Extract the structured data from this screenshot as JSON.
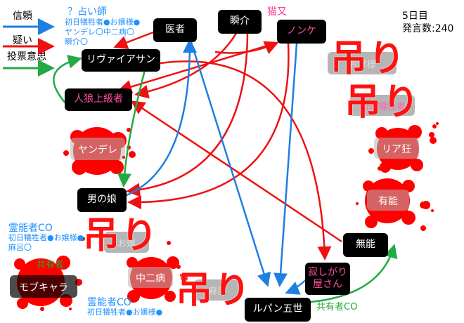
{
  "legend": {
    "trust": "信頼",
    "suspect": "疑い",
    "vote": "投票意思"
  },
  "day_info": {
    "day": "5日目",
    "speech_count": "発言数:240"
  },
  "fortune": {
    "title": "？占い師",
    "lines": [
      "初日犠牲者●お嬢様●",
      "ヤンデレ〇中二病〇",
      "瞬介〇"
    ]
  },
  "medium1": {
    "title": "霊能者CO",
    "lines": [
      "初日犠牲者●お嬢様●",
      "麻呂〇"
    ]
  },
  "medium2": {
    "title": "霊能者CO",
    "lines": [
      "初日犠牲者●お嬢様●"
    ]
  },
  "sharer1": "共有者",
  "sharer2": "共有者CO",
  "nekomata": "猫又",
  "hanged": "吊り",
  "nodes": {
    "doctor": "医者",
    "shunsuke": "瞬介",
    "nonke": "ノンケ",
    "leviathan": "リヴァイアサン",
    "werewolf_elite": "人狼上級者",
    "otokonoko": "男の娘",
    "muno": "無能",
    "sabishi": "寂しがり\n屋さん",
    "lupin": "ルパン五世",
    "yandere": "ヤンデレ",
    "riakyo": "リア狂",
    "yuno": "有能",
    "chuni": "中二病",
    "mobu": "モブキャラ",
    "ojousama": "お嬢様",
    "gisei": "初日犠牲者",
    "maro": "麻呂",
    "ojou2": "お嬢"
  },
  "colors": {
    "trust": "#1e7fe0",
    "suspect": "#ee1111",
    "vote": "#22aa44"
  }
}
